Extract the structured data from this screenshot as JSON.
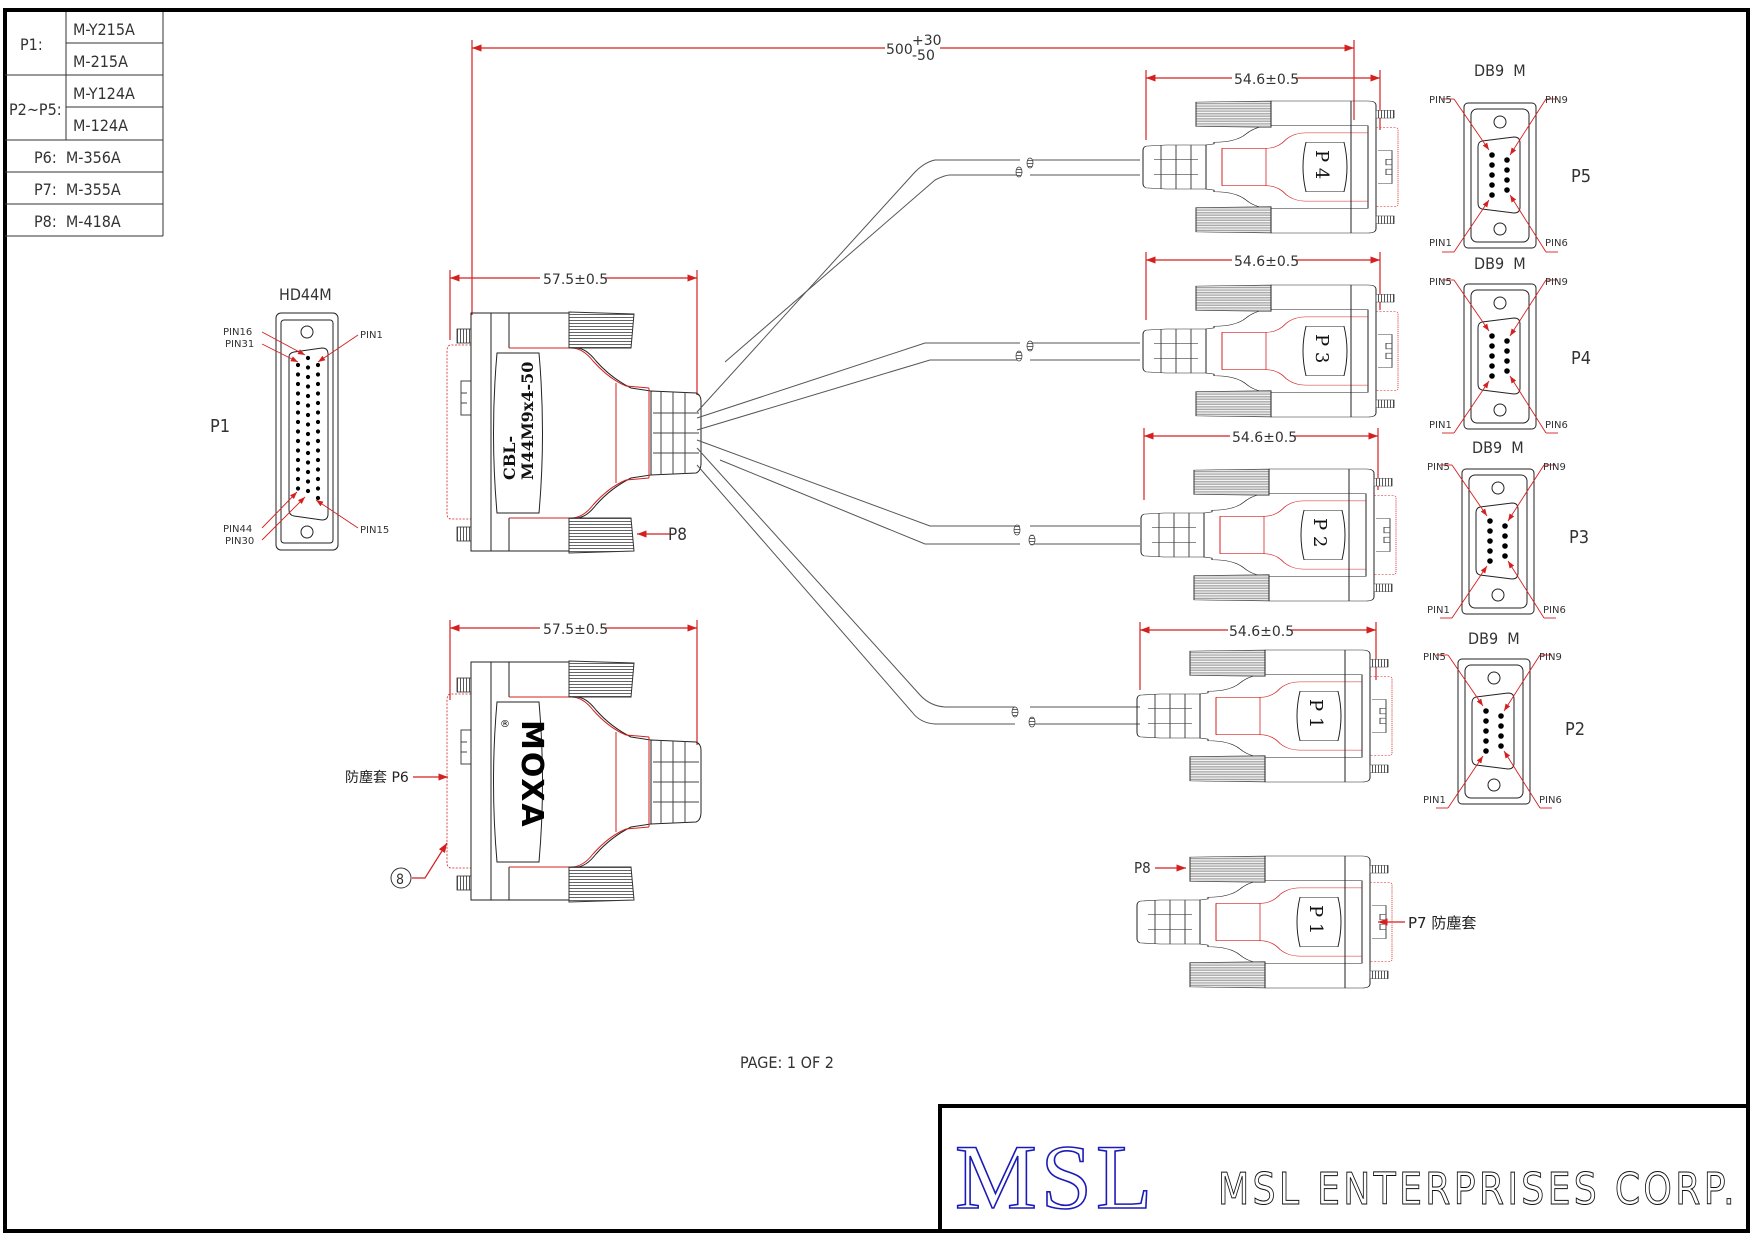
{
  "drawing": {
    "page_label": "PAGE: 1 OF 2",
    "cable_part_number": "CBL-M44M9x4-50",
    "cable_label_line1": "CBL-",
    "cable_label_line2": "M44M9x4-50",
    "brand_on_shell": "MOXA",
    "brand_registered_mark": "®"
  },
  "parts_table": {
    "rows": [
      {
        "key": "P1:",
        "values": [
          "M-Y215A",
          "M-215A"
        ]
      },
      {
        "key": "P2~P5:",
        "values": [
          "M-Y124A",
          "M-124A"
        ]
      },
      {
        "key": "P6:",
        "values": [
          "M-356A"
        ]
      },
      {
        "key": "P7:",
        "values": [
          "M-355A"
        ]
      },
      {
        "key": "P8:",
        "values": [
          "M-418A"
        ]
      }
    ],
    "row_p6": "P6:  M-356A",
    "row_p7": "P7:  M-355A",
    "row_p8": "P8:  M-418A"
  },
  "dimensions": {
    "overall_length": "500",
    "overall_tol_plus": "+30",
    "overall_tol_minus": "-50",
    "hd44_width": "57.5±0.5",
    "db9_width": "54.6±0.5"
  },
  "hd44_pinout": {
    "title": "HD44M",
    "connector_label": "P1",
    "pins": {
      "pin16": "PIN16",
      "pin31": "PIN31",
      "pin1": "PIN1",
      "pin44": "PIN44",
      "pin30": "PIN30",
      "pin15": "PIN15"
    }
  },
  "db9_pinouts": [
    {
      "title": "DB9  M",
      "connector_label": "P5",
      "pin5": "PIN5",
      "pin9": "PIN9",
      "pin1": "PIN1",
      "pin6": "PIN6"
    },
    {
      "title": "DB9  M",
      "connector_label": "P4",
      "pin5": "PIN5",
      "pin9": "PIN9",
      "pin1": "PIN1",
      "pin6": "PIN6"
    },
    {
      "title": "DB9  M",
      "connector_label": "P3",
      "pin5": "PIN5",
      "pin9": "PIN9",
      "pin1": "PIN1",
      "pin6": "PIN6"
    },
    {
      "title": "DB9  M",
      "connector_label": "P2",
      "pin5": "PIN5",
      "pin9": "PIN9",
      "pin1": "PIN1",
      "pin6": "PIN6"
    }
  ],
  "db9_connectors": [
    {
      "label": "P 4"
    },
    {
      "label": "P 3"
    },
    {
      "label": "P 2"
    },
    {
      "label": "P 1"
    },
    {
      "label": "P 1"
    }
  ],
  "callouts": {
    "p8_top": "P8",
    "p6": "防塵套 P6",
    "item_8": "8",
    "p8_detail": "P8",
    "p7": "P7 防塵套"
  },
  "title_block": {
    "logo": "MSL",
    "company": "MSL ENTERPRISES CORP.",
    "logo_color": "#1a1ab8"
  },
  "colors": {
    "dimension": "#d42020",
    "line": "#222222"
  }
}
